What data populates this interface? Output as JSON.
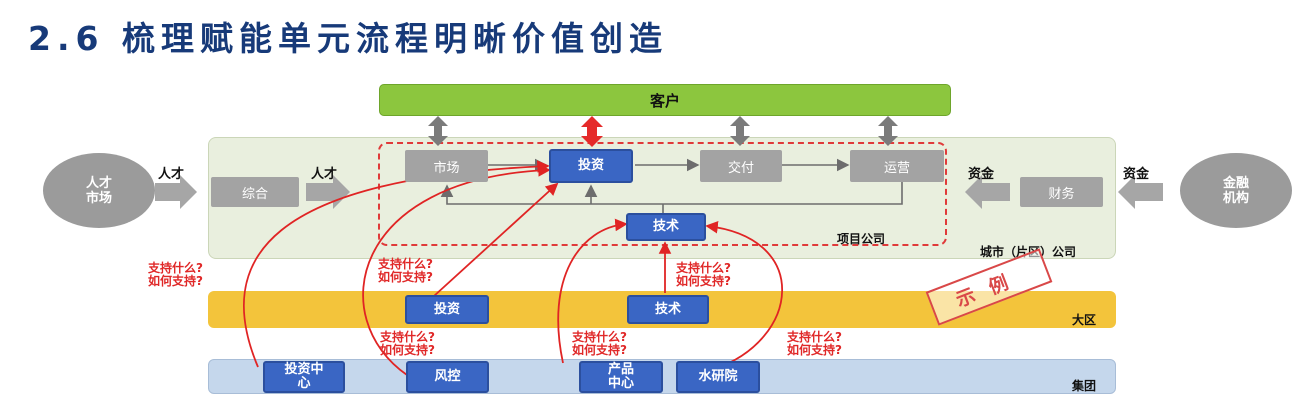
{
  "title": "2.6  梳理赋能单元流程明晰价值创造",
  "customer": "客户",
  "city_label": "城市（片区）公司",
  "project_label": "项目公司",
  "region_label": "大区",
  "group_label": "集团",
  "talent_market": [
    "人才",
    "市场"
  ],
  "finance_org": [
    "金融",
    "机构"
  ],
  "flow": {
    "talent_1": "人才",
    "talent_2": "人才",
    "capital_1": "资金",
    "capital_2": "资金"
  },
  "city_boxes": {
    "general": "综合",
    "market": "市场",
    "investment": "投资",
    "delivery": "交付",
    "operation": "运营",
    "technology": "技术",
    "finance": "财务"
  },
  "region_boxes": {
    "investment": "投资",
    "technology": "技术"
  },
  "group_boxes": {
    "invest_center": [
      "投资中",
      "心"
    ],
    "risk_control": "风控",
    "product_center": [
      "产品",
      "中心"
    ],
    "water_institute": "水研院"
  },
  "questions": {
    "what": "支持什么?",
    "how": "如何支持?"
  },
  "stamp": "示例"
}
